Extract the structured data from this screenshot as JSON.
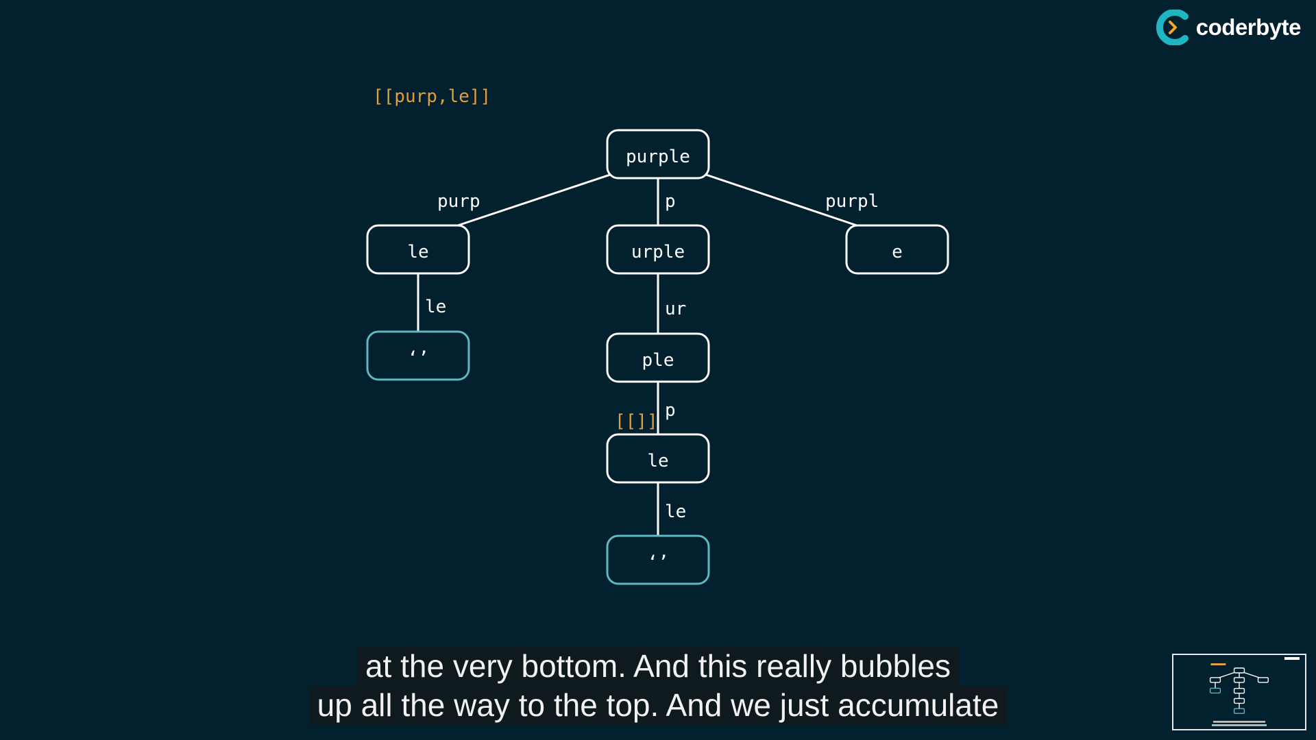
{
  "brand": {
    "name": "coderbyte",
    "accent_color": "#1fb6c1",
    "arrow_color": "#f5a623"
  },
  "diagram": {
    "root": "purple",
    "nodes": [
      {
        "id": "n-purple",
        "label": "purple",
        "status": "normal"
      },
      {
        "id": "n-le-left",
        "label": "le",
        "status": "normal"
      },
      {
        "id": "n-urple",
        "label": "urple",
        "status": "normal"
      },
      {
        "id": "n-e",
        "label": "e",
        "status": "normal"
      },
      {
        "id": "n-empty-left",
        "label": "‘’",
        "status": "base-case"
      },
      {
        "id": "n-ple",
        "label": "ple",
        "status": "normal"
      },
      {
        "id": "n-le-mid",
        "label": "le",
        "status": "normal"
      },
      {
        "id": "n-empty-mid",
        "label": "‘’",
        "status": "base-case"
      }
    ],
    "edges": [
      {
        "from": "n-purple",
        "to": "n-le-left",
        "label": "purp"
      },
      {
        "from": "n-purple",
        "to": "n-urple",
        "label": "p"
      },
      {
        "from": "n-purple",
        "to": "n-e",
        "label": "purpl"
      },
      {
        "from": "n-le-left",
        "to": "n-empty-left",
        "label": "le"
      },
      {
        "from": "n-urple",
        "to": "n-ple",
        "label": "ur"
      },
      {
        "from": "n-ple",
        "to": "n-le-mid",
        "label": "p"
      },
      {
        "from": "n-le-mid",
        "to": "n-empty-mid",
        "label": "le"
      }
    ],
    "annotations": [
      {
        "text": "[[purp,le]]",
        "near": "n-le-left"
      },
      {
        "text": "[[]]",
        "near": "n-le-mid"
      }
    ],
    "colors": {
      "background": "#03202e",
      "node_border": "#ffffff",
      "base_case_border": "#5fb8c2",
      "edge": "#ffffff",
      "annotation": "#e0a03c",
      "text": "#ffffff"
    }
  },
  "captions": {
    "line1": "at the very bottom. And this really bubbles",
    "line2": "up all the way to the top. And we just accumulate"
  }
}
